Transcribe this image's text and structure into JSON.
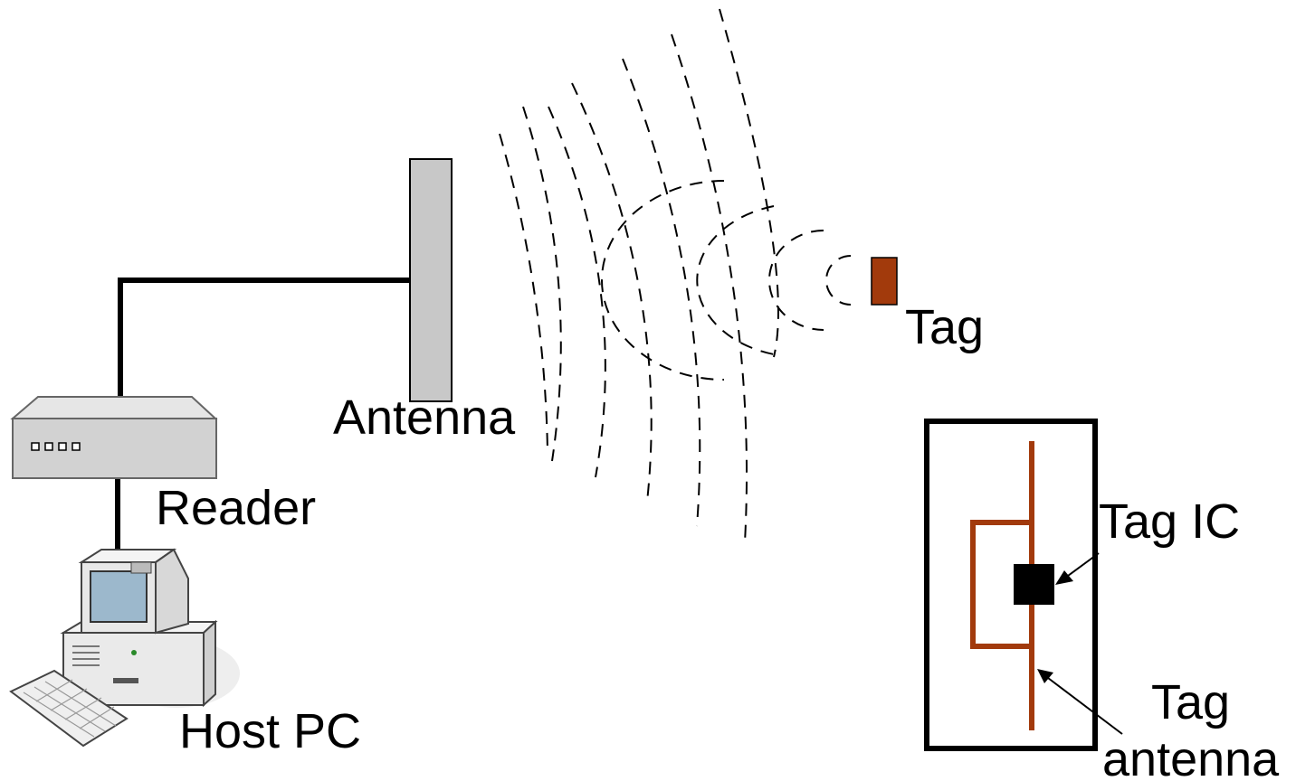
{
  "labels": {
    "antenna": "Antenna",
    "reader": "Reader",
    "host_pc": "Host PC",
    "tag": "Tag",
    "tag_ic": "Tag IC",
    "tag_antenna_line1": "Tag",
    "tag_antenna_line2": "antenna"
  },
  "colors": {
    "tag_fill": "#a23a0c",
    "antenna_fill": "#c8c8c8",
    "reader_fill": "#d2d2d2",
    "line": "#000000"
  },
  "icons": {
    "host_pc": "desktop-computer-icon",
    "reader": "rfid-reader-icon",
    "antenna": "reader-antenna-icon"
  }
}
